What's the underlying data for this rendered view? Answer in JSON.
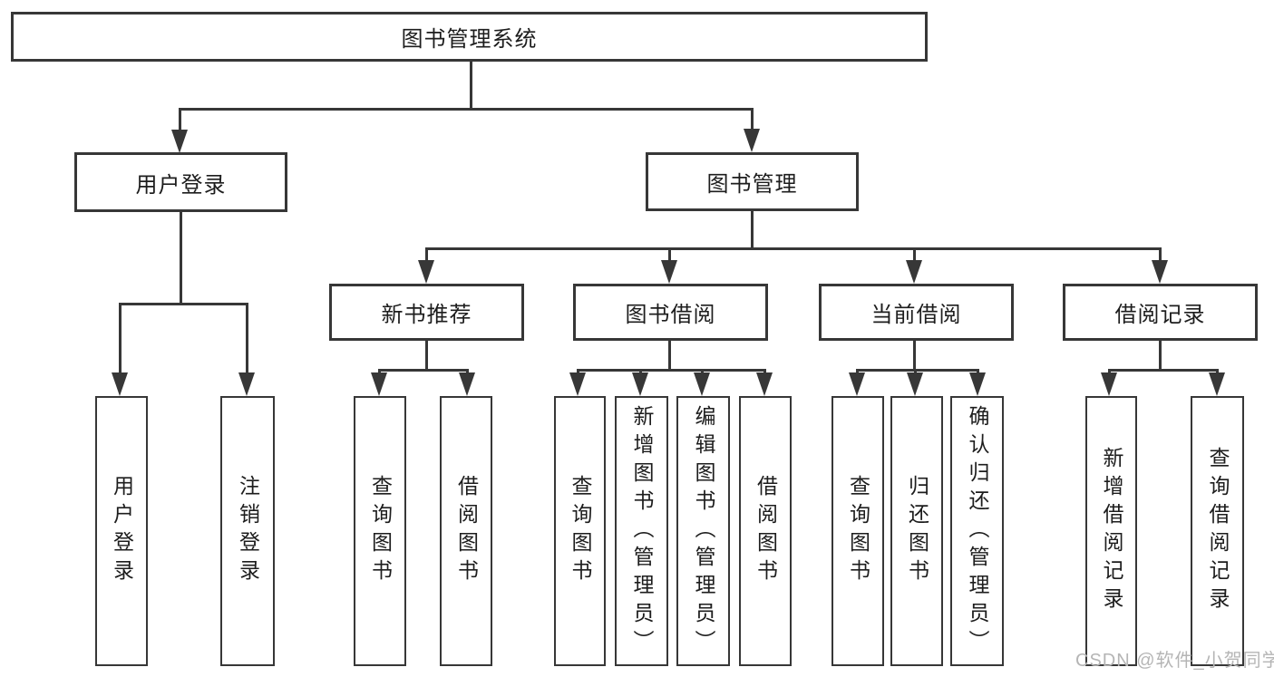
{
  "tree": {
    "root": {
      "label": "图书管理系统"
    },
    "user_login": {
      "label": "用户登录",
      "children": [
        {
          "label": "用户登录"
        },
        {
          "label": "注销登录"
        }
      ]
    },
    "book_mgmt": {
      "label": "图书管理",
      "sections": [
        {
          "label": "新书推荐",
          "children": [
            {
              "label": "查询图书"
            },
            {
              "label": "借阅图书"
            }
          ]
        },
        {
          "label": "图书借阅",
          "children": [
            {
              "label": "查询图书"
            },
            {
              "label": "新增图书（管理员）"
            },
            {
              "label": "编辑图书（管理员）"
            },
            {
              "label": "借阅图书"
            }
          ]
        },
        {
          "label": "当前借阅",
          "children": [
            {
              "label": "查询图书"
            },
            {
              "label": "归还图书"
            },
            {
              "label": "确认归还（管理员）"
            }
          ]
        },
        {
          "label": "借阅记录",
          "children": [
            {
              "label": "新增借阅记录"
            },
            {
              "label": "查询借阅记录"
            }
          ]
        }
      ]
    }
  },
  "watermark": {
    "text": "CSDN @软件_小贺同学",
    "color": "#b5b5b5"
  },
  "colors": {
    "line": "#373737",
    "box_border": "#373737",
    "text": "#1d1d1d",
    "background": "#ffffff"
  }
}
